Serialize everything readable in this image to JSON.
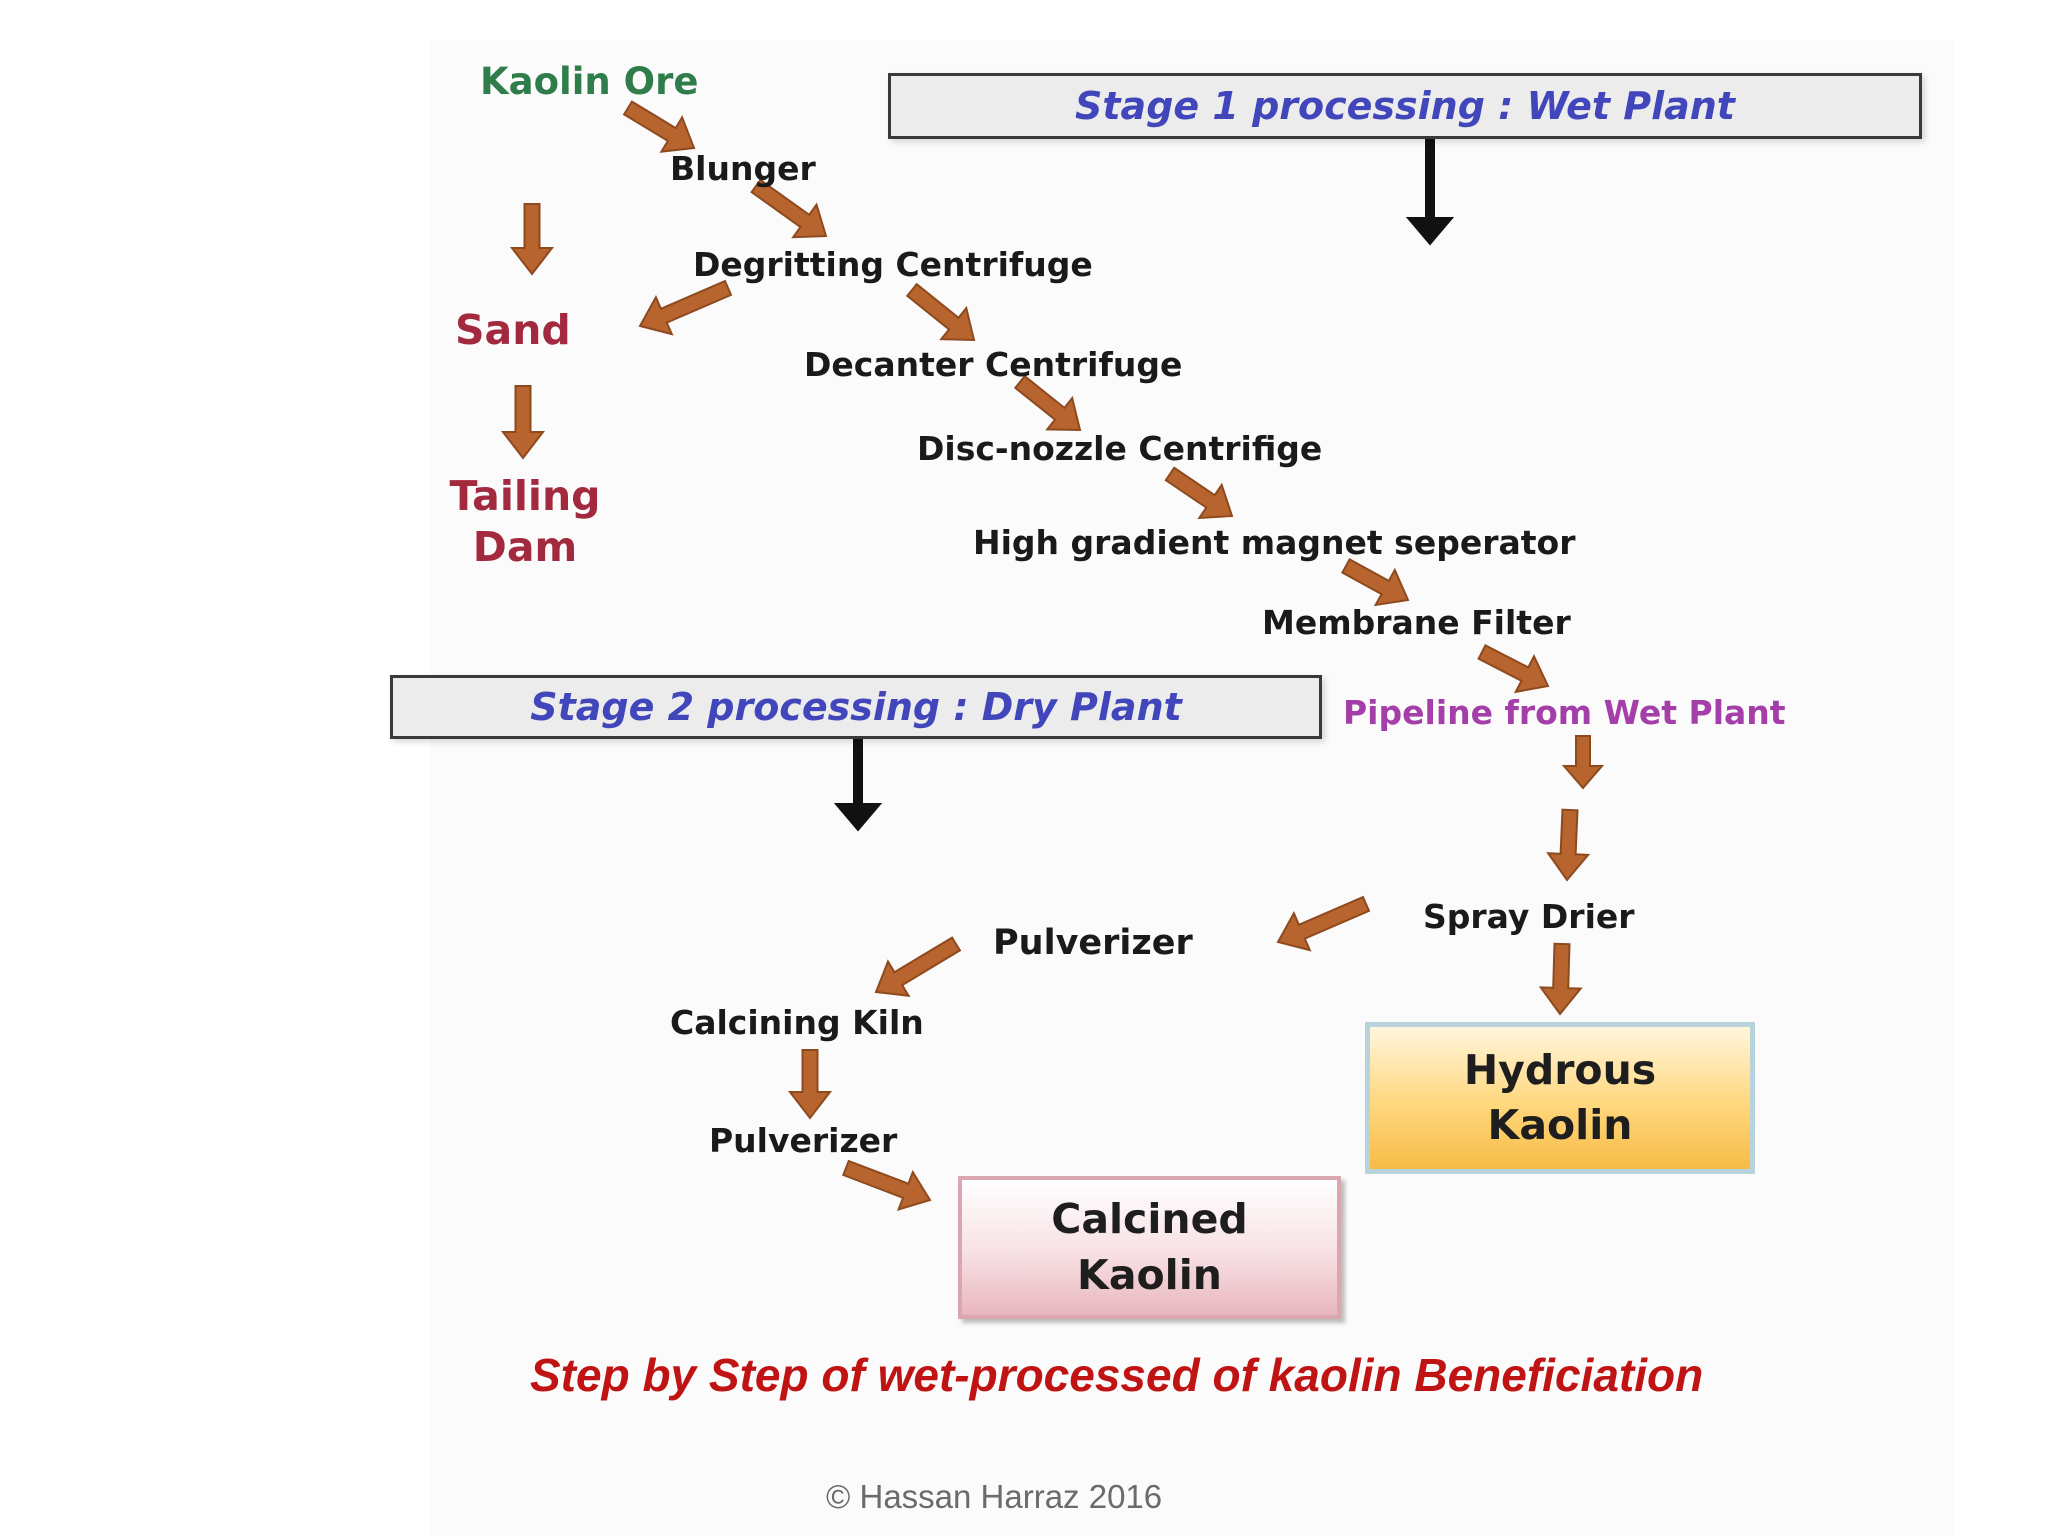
{
  "diagram": {
    "source": "Kaolin Ore",
    "wet_plant_steps": {
      "blunger": "Blunger",
      "degritting": "Degritting Centrifuge",
      "decanter": "Decanter Centrifuge",
      "disc_nozzle": "Disc-nozzle Centrifige",
      "magnet": "High gradient magnet seperator",
      "membrane": "Membrane Filter"
    },
    "waste": {
      "sand": "Sand",
      "tailing_line1": "Tailing",
      "tailing_line2": "Dam"
    },
    "stage1": "Stage 1 processing : Wet Plant",
    "stage2": "Stage 2 processing : Dry Plant",
    "pipeline": "Pipeline from Wet Plant",
    "dry_plant_steps": {
      "spray_drier": "Spray Drier",
      "pulverizer1": "Pulverizer",
      "calcining_kiln": "Calcining Kiln",
      "pulverizer2": "Pulverizer"
    },
    "products": {
      "hydrous": "Hydrous Kaolin",
      "calcined": "Calcined Kaolin"
    }
  },
  "caption": "Step by Step of  wet-processed of kaolin Beneficiation",
  "copyright": "©  Hassan Harraz  2016",
  "colors": {
    "flow_arrow": "#b8642e",
    "stage_arrow": "#111111",
    "stage_text": "#4246bb",
    "waste_text": "#a3293f",
    "source_text": "#2e7d4a",
    "pipeline_text": "#a43ea8",
    "caption_text": "#c01414"
  }
}
